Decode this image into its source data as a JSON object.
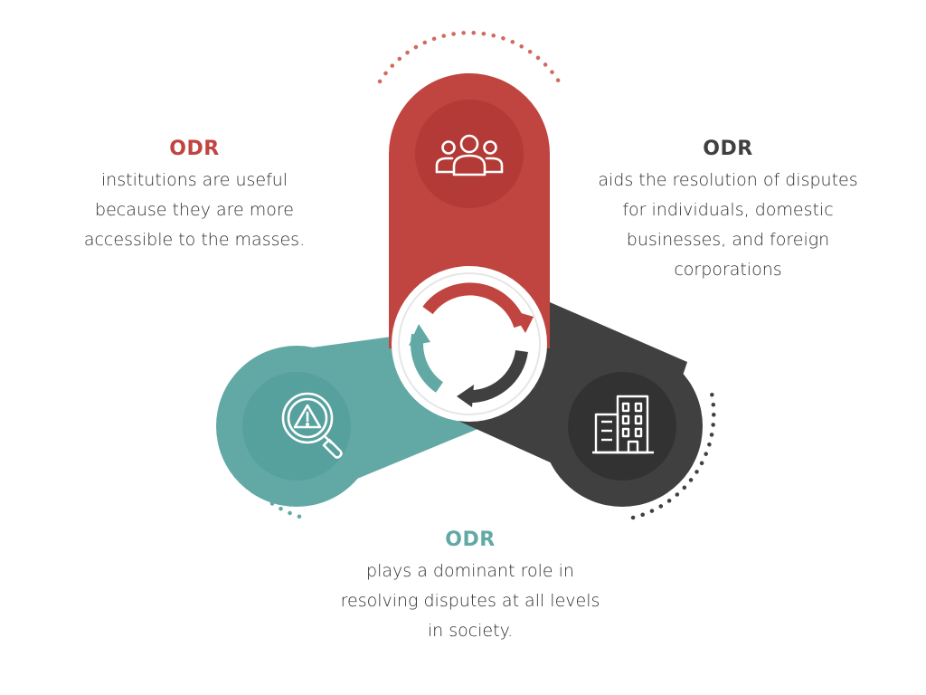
{
  "colors": {
    "red": "#c0443f",
    "red_dark": "#a63632",
    "teal": "#62a9a6",
    "teal_dark": "#4f9592",
    "dark": "#404040",
    "dark_inner": "#2f2f2f",
    "text": "#2e2e2e"
  },
  "blocks": {
    "left": {
      "heading": "ODR",
      "lines": [
        "institutions are useful",
        "because they are more",
        "accessible to the masses."
      ],
      "color": "#c0443f"
    },
    "right": {
      "heading": "ODR",
      "lines": [
        "aids the resolution of disputes",
        "for individuals, domestic",
        "businesses, and foreign",
        "corporations"
      ],
      "color": "#404040"
    },
    "bottom": {
      "heading": "ODR",
      "lines": [
        "plays a dominant role in",
        "resolving disputes at all levels",
        "in society."
      ],
      "color": "#62a9a6"
    }
  },
  "icons": {
    "top": "people-group-icon",
    "left": "warning-magnifier-icon",
    "right": "office-building-icon",
    "center": "cycle-arrows-icon"
  }
}
